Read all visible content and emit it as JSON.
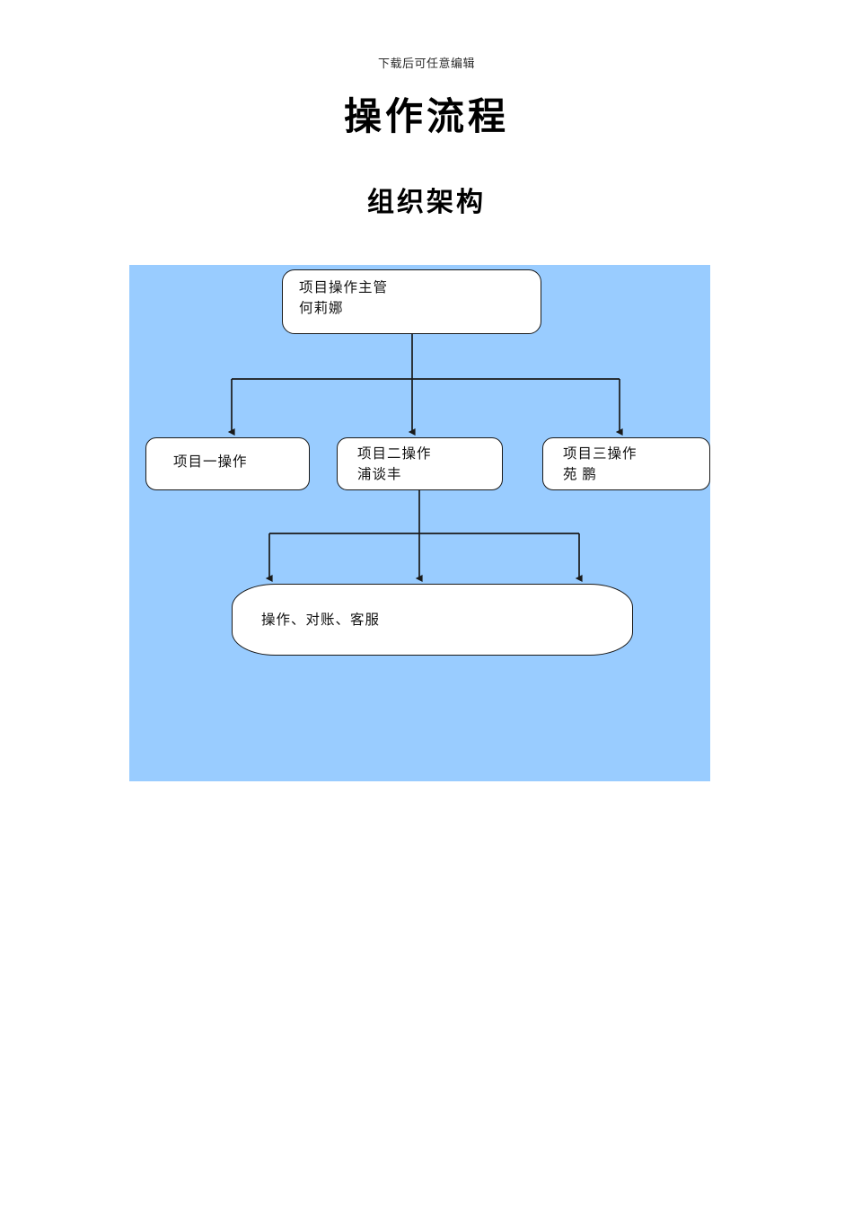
{
  "document": {
    "top_note": "下载后可任意编辑",
    "title": "操作流程",
    "subtitle": "组织架构"
  },
  "chart": {
    "panel_color": "#99CCFF",
    "box_fill": "#FFFFFF",
    "line_color": "#1A1A1A",
    "nodes": {
      "top": "项目操作主管\n何莉娜",
      "mid1": "项目一操作",
      "mid2": "项目二操作\n浦谈丰",
      "mid3": "项目三操作\n苑 鹏",
      "bottom": "操作、对账、客服"
    }
  }
}
